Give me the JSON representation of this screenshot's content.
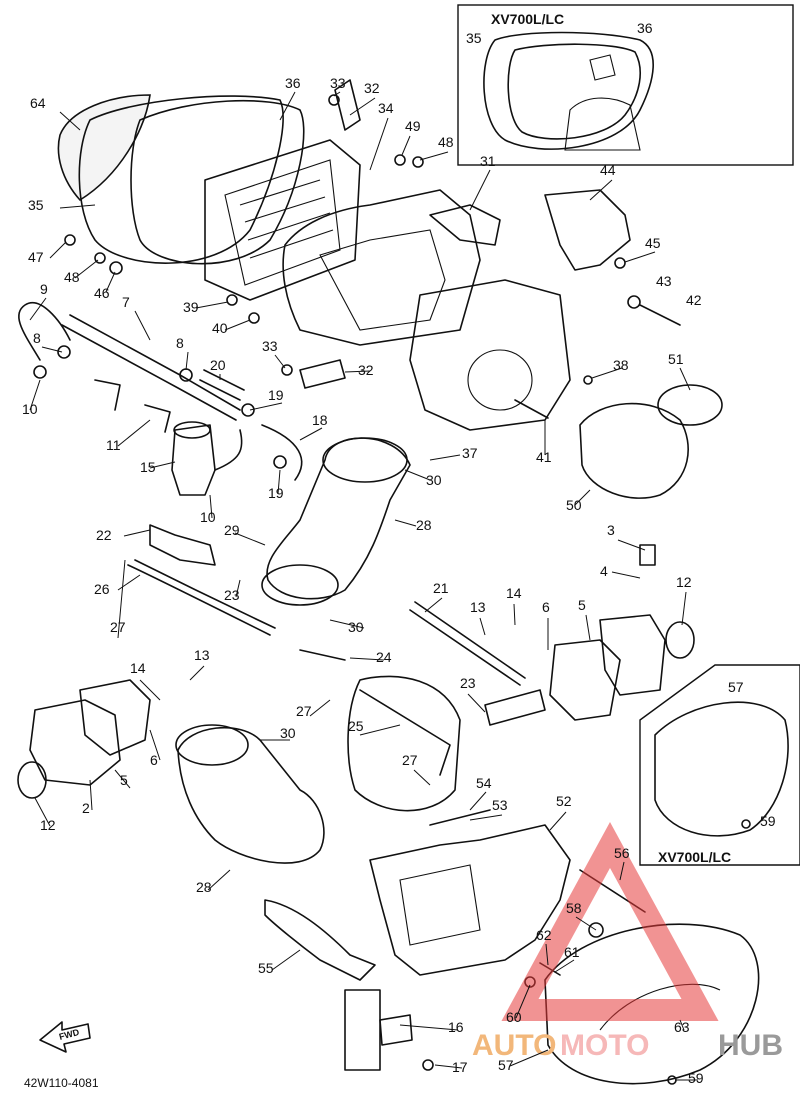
{
  "inset_top": {
    "title": "XV700L/LC",
    "labels": [
      "35",
      "36"
    ]
  },
  "inset_side": {
    "title": "XV700L/LC",
    "labels": [
      "57",
      "59"
    ]
  },
  "callouts": [
    "64",
    "36",
    "33",
    "32",
    "34",
    "49",
    "48",
    "31",
    "44",
    "35",
    "45",
    "47",
    "48",
    "46",
    "43",
    "42",
    "39",
    "40",
    "9",
    "7",
    "8",
    "33",
    "32",
    "38",
    "51",
    "10",
    "8",
    "20",
    "19",
    "18",
    "37",
    "41",
    "11",
    "15",
    "10",
    "19",
    "30",
    "50",
    "29",
    "28",
    "22",
    "3",
    "4",
    "12",
    "26",
    "23",
    "21",
    "13",
    "14",
    "6",
    "5",
    "27",
    "30",
    "24",
    "14",
    "13",
    "27",
    "25",
    "23",
    "6",
    "5",
    "30",
    "27",
    "54",
    "53",
    "52",
    "12",
    "2",
    "56",
    "28",
    "58",
    "62",
    "61",
    "55",
    "60",
    "16",
    "63",
    "17",
    "57",
    "59"
  ],
  "fwd_label": "FWD",
  "doc_number": "42W110-4081",
  "watermark": {
    "part1": "AUTO",
    "part2": "MOTO",
    "part3": "HUB",
    "color_a": "#f2b77a",
    "color_b": "#e63b3b",
    "color_c": "#9a9a9a"
  }
}
